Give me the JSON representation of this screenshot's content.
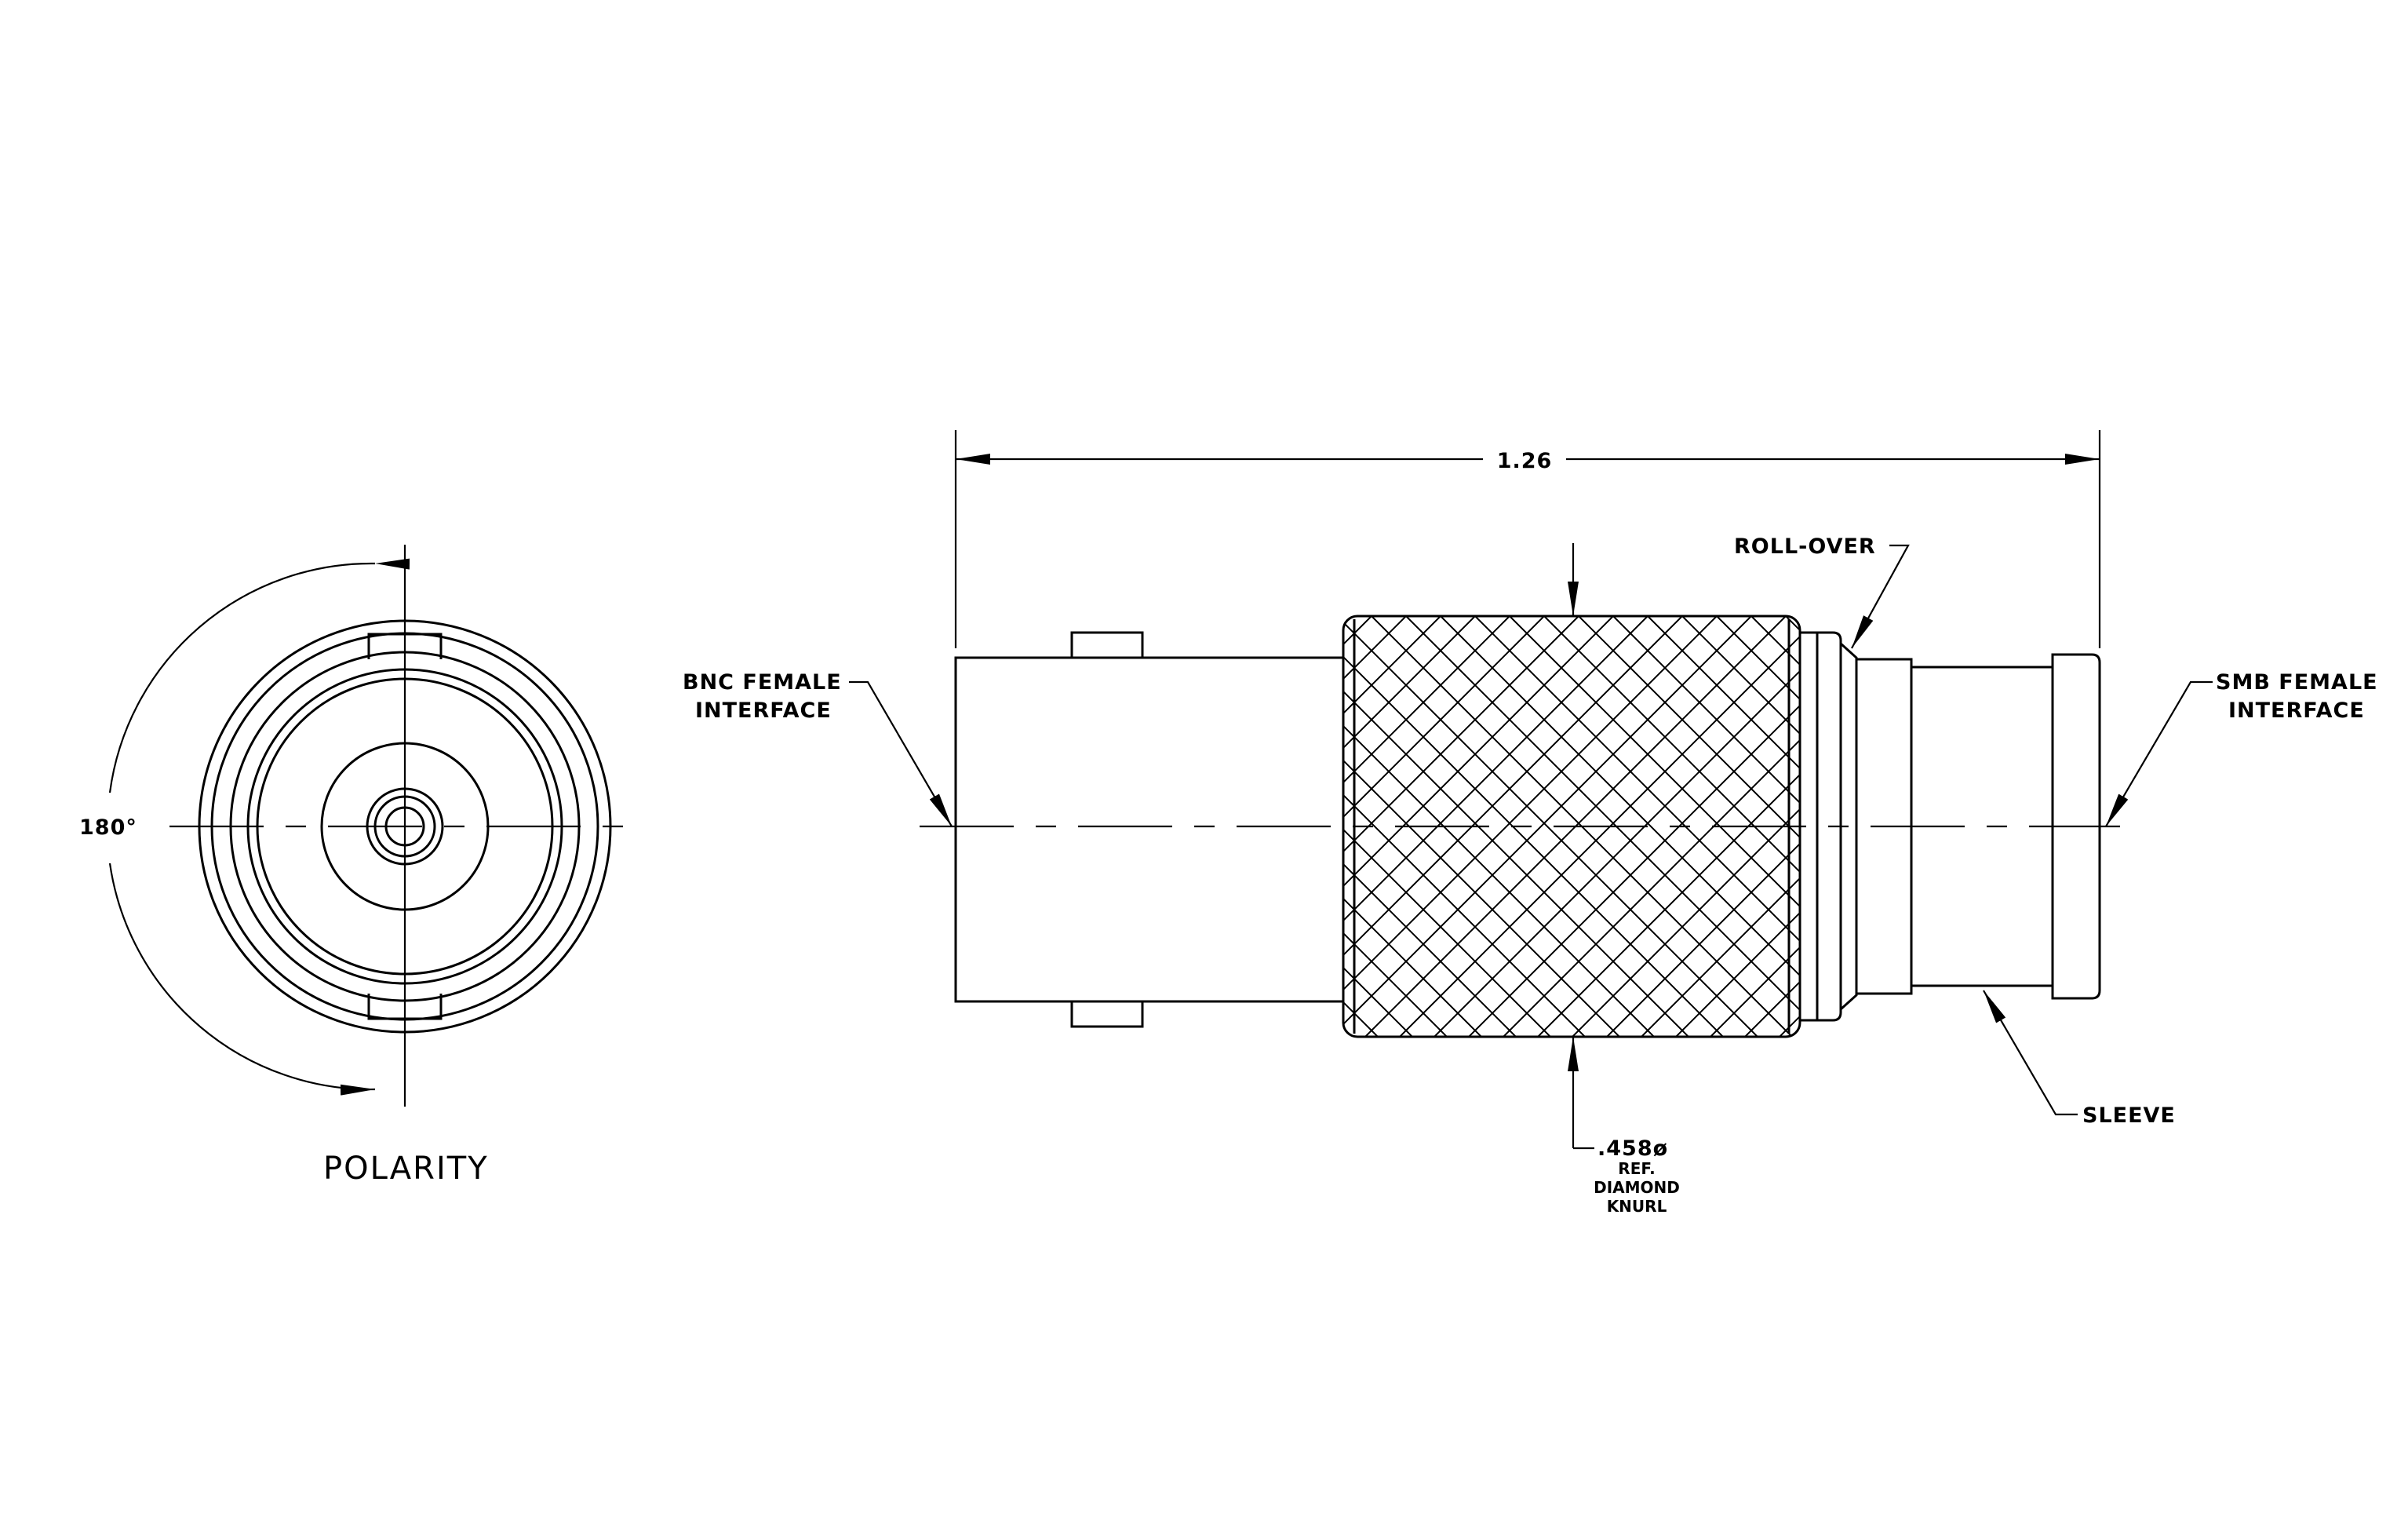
{
  "front_view": {
    "angle_label": "180°",
    "caption": "POLARITY"
  },
  "side_view": {
    "overall_length": "1.26",
    "callouts": {
      "bnc_line1": "BNC FEMALE",
      "bnc_line2": "INTERFACE",
      "roll_over": "ROLL-OVER",
      "smb_line1": "SMB FEMALE",
      "smb_line2": "INTERFACE",
      "sleeve": "SLEEVE",
      "knurl_dia": ".458ø",
      "knurl_ref": "REF.",
      "knurl_line3": "DIAMOND",
      "knurl_line4": "KNURL"
    }
  }
}
